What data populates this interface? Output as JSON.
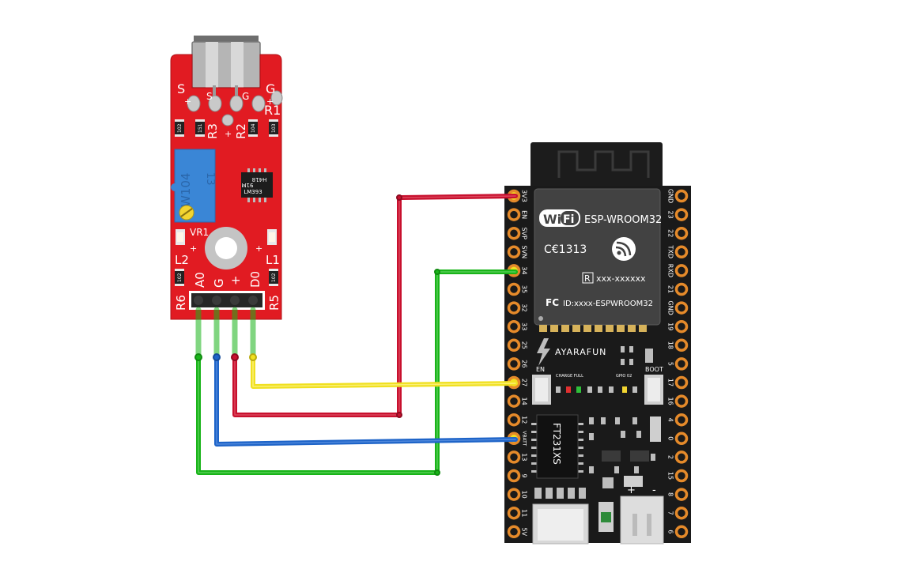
{
  "sensor": {
    "pins": [
      "A0",
      "G",
      "+",
      "D0"
    ],
    "labels": {
      "s_left": "S",
      "g_right": "G",
      "plus_left": "+",
      "plus_right": "+",
      "s_mid": "S",
      "g_mid": "G",
      "plus_bottom": "+",
      "r1": "R1",
      "r2": "R2",
      "r3": "R3",
      "r5": "R5",
      "r6": "R6",
      "l1": "L1",
      "l2": "L2",
      "vr1": "VR1",
      "l2_plus": "+",
      "l1_plus": "+"
    },
    "resistor_codes": [
      "102",
      "151",
      "104",
      "103",
      "102",
      "102"
    ],
    "pot_text": [
      "W104",
      "13"
    ],
    "chip_text": [
      "H418",
      "91M",
      "LM393"
    ]
  },
  "board": {
    "brand": "AYARAFUN",
    "module_name": "ESP-WROOM32",
    "wifi_text": "Wi",
    "wifi_fi": "Fi",
    "ce_text": "C€1313",
    "r_text": "xxx-xxxxxx",
    "r_mark": "R",
    "fcc_text": "ID:xxxx-ESPWROOM32",
    "fcc_mark": "FC",
    "usb_chip": "FT231XS",
    "buttons": {
      "en": "EN",
      "boot": "BOOT"
    },
    "led_labels": {
      "charge": "CHARGE FULL",
      "gpio": "GPIO 02"
    },
    "battery": {
      "plus": "+",
      "minus": "-"
    },
    "left_pins": [
      "3V3",
      "EN",
      "SVP",
      "SVN",
      "34",
      "35",
      "32",
      "33",
      "25",
      "26",
      "27",
      "14",
      "12",
      "VBATT",
      "13",
      "9",
      "10",
      "11",
      "5V"
    ],
    "right_pins": [
      "GND",
      "23",
      "22",
      "TXD",
      "RXD",
      "21",
      "GND",
      "19",
      "18",
      "5",
      "17",
      "16",
      "4",
      "0",
      "2",
      "15",
      "8",
      "7",
      "6"
    ]
  },
  "colors": {
    "sensor_pcb": "#e11b22",
    "board_pcb": "#1a1a1a",
    "pin_pad": "#e58a2a",
    "wire_red": "#c8102e",
    "wire_green": "#19b419",
    "wire_yellow": "#f0e020",
    "wire_blue": "#1e64c8"
  }
}
